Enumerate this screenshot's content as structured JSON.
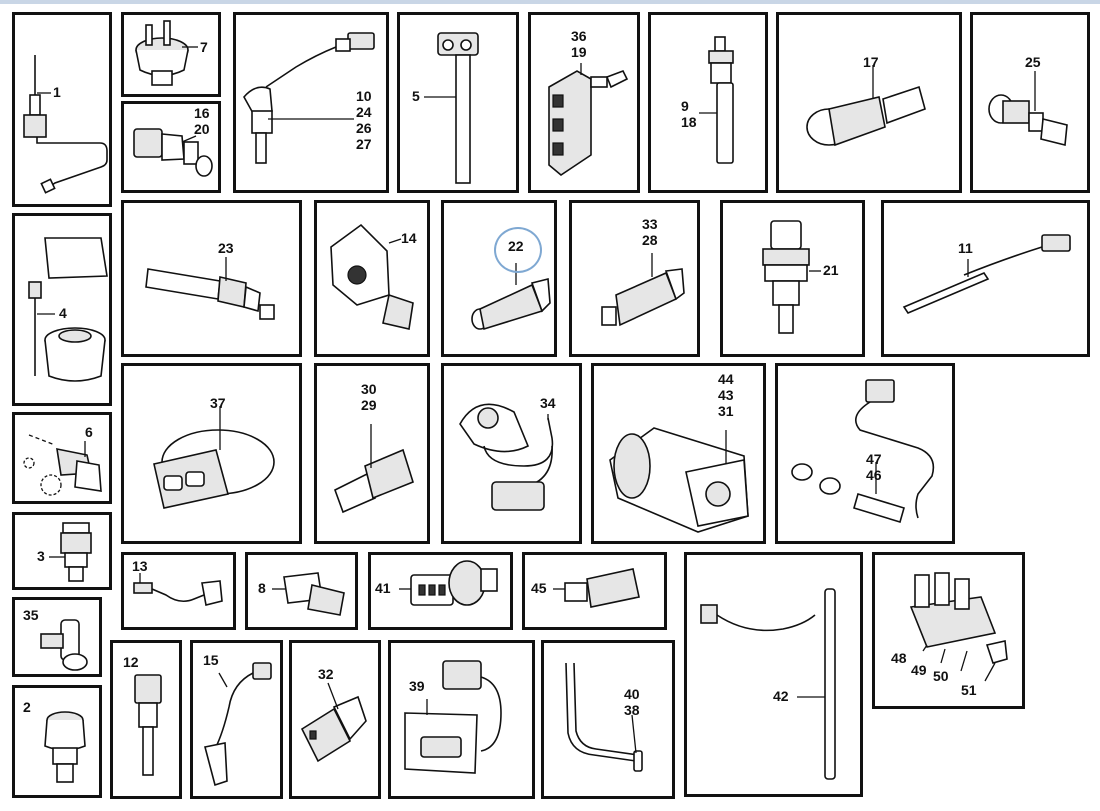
{
  "diagram": {
    "highlight_color": "#7fa8d2",
    "border_color": "#111111",
    "highlighted_part": "22"
  },
  "cells": {
    "c1": {
      "labels": [
        "1"
      ]
    },
    "c7": {
      "labels": [
        "7"
      ]
    },
    "c16": {
      "labels": [
        "16",
        "20"
      ]
    },
    "c10": {
      "labels": [
        "10",
        "24",
        "26",
        "27"
      ]
    },
    "c5": {
      "labels": [
        "5"
      ]
    },
    "c36": {
      "labels": [
        "36",
        "19"
      ]
    },
    "c9": {
      "labels": [
        "9",
        "18"
      ]
    },
    "c17": {
      "labels": [
        "17"
      ]
    },
    "c25": {
      "labels": [
        "25"
      ]
    },
    "c4": {
      "labels": [
        "4"
      ]
    },
    "c23": {
      "labels": [
        "23"
      ]
    },
    "c14": {
      "labels": [
        "14"
      ]
    },
    "c22": {
      "labels": [
        "22"
      ]
    },
    "c33": {
      "labels": [
        "33",
        "28"
      ]
    },
    "c21": {
      "labels": [
        "21"
      ]
    },
    "c11": {
      "labels": [
        "11"
      ]
    },
    "c6": {
      "labels": [
        "6"
      ]
    },
    "c37": {
      "labels": [
        "37"
      ]
    },
    "c30": {
      "labels": [
        "30",
        "29"
      ]
    },
    "c34": {
      "labels": [
        "34"
      ]
    },
    "c44": {
      "labels": [
        "44",
        "43",
        "31"
      ]
    },
    "c47": {
      "labels": [
        "47",
        "46"
      ]
    },
    "c3": {
      "labels": [
        "3"
      ]
    },
    "c13": {
      "labels": [
        "13"
      ]
    },
    "c8": {
      "labels": [
        "8"
      ]
    },
    "c41": {
      "labels": [
        "41"
      ]
    },
    "c45": {
      "labels": [
        "45"
      ]
    },
    "c42": {
      "labels": [
        "42"
      ]
    },
    "c48": {
      "labels": [
        "48",
        "49",
        "50",
        "51"
      ]
    },
    "c35": {
      "labels": [
        "35"
      ]
    },
    "c12": {
      "labels": [
        "12"
      ]
    },
    "c15": {
      "labels": [
        "15"
      ]
    },
    "c32": {
      "labels": [
        "32"
      ]
    },
    "c39": {
      "labels": [
        "39"
      ]
    },
    "c40": {
      "labels": [
        "40",
        "38"
      ]
    },
    "c2": {
      "labels": [
        "2"
      ]
    }
  }
}
